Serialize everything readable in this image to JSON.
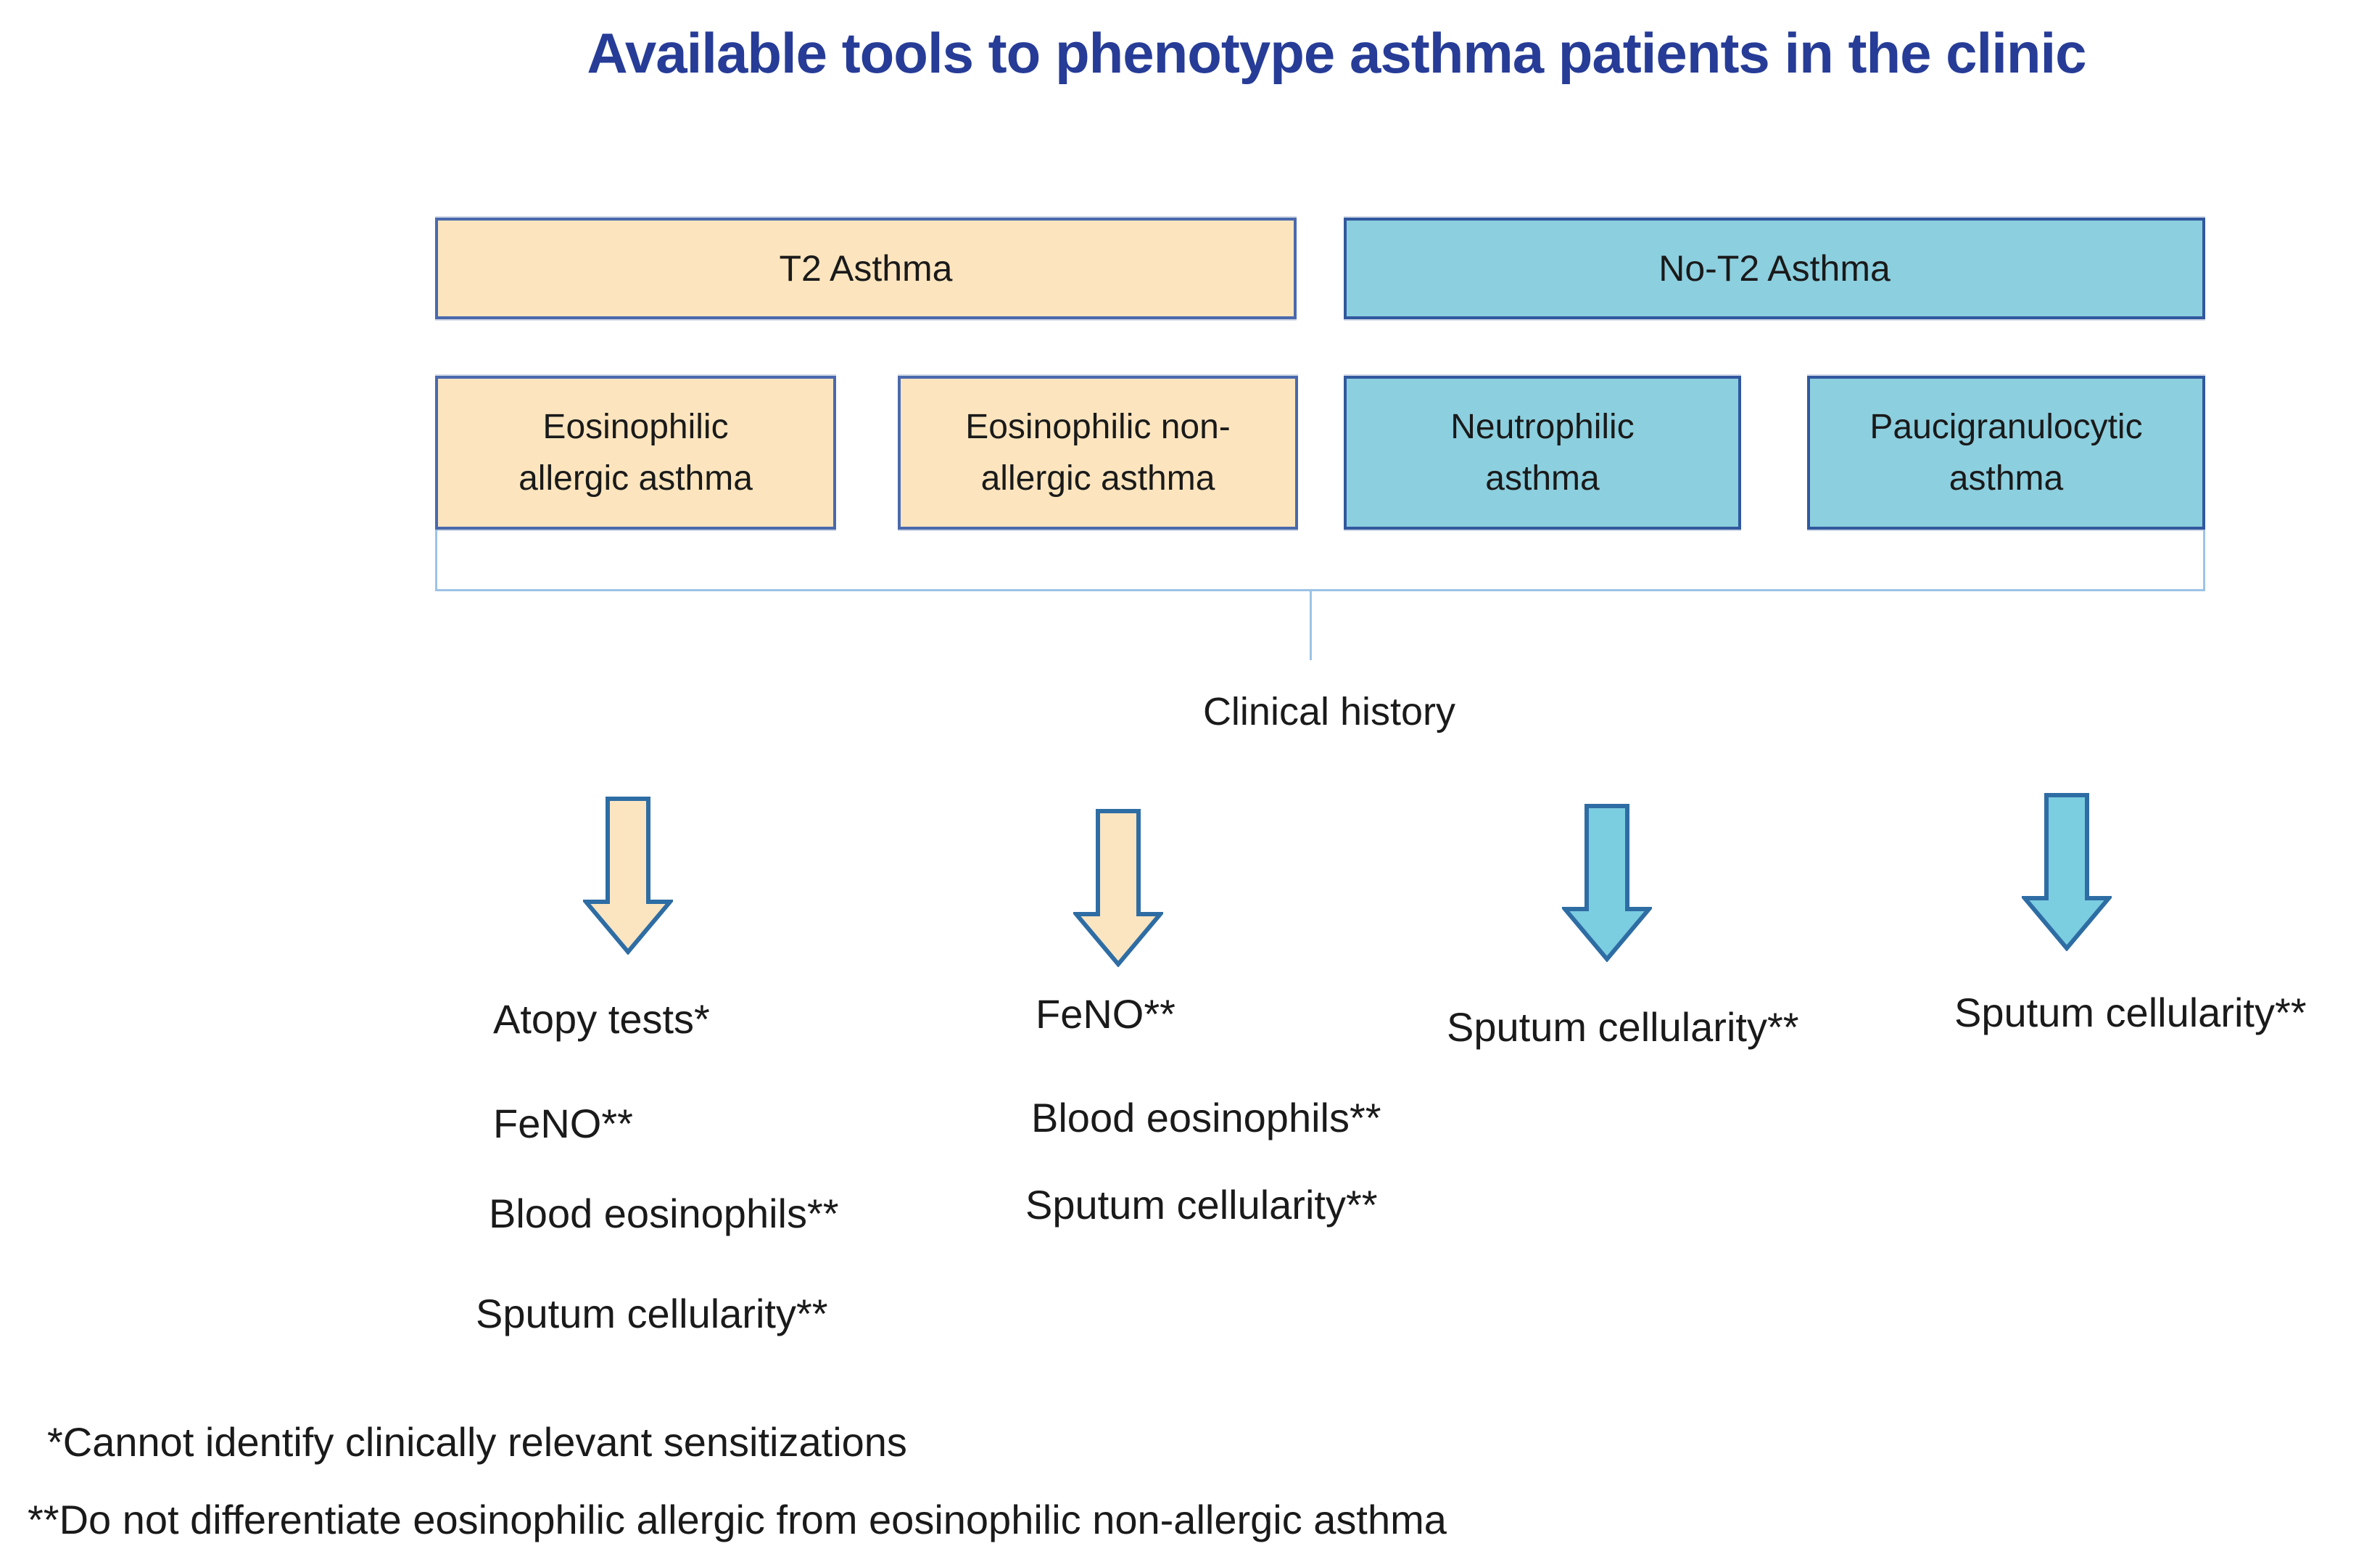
{
  "title": "Available tools to phenotype asthma patients in the clinic",
  "colors": {
    "title_text": "#263C97",
    "t2_fill": "#FCE5BE",
    "t2_border": "#4A69AD",
    "not2_fill": "#8CCFDF",
    "not2_border": "#31589E",
    "arrow_t2_fill": "#FAE5C0",
    "arrow_not2_fill": "#7BCDE0",
    "arrow_border": "#2E6DA4",
    "bracket_line": "#9DC3E6",
    "body_text": "#1A1A1A"
  },
  "groups": {
    "t2": {
      "label": "T2 Asthma"
    },
    "not2": {
      "label": "No-T2 Asthma"
    }
  },
  "phenotypes": [
    {
      "type": "t2",
      "lines": [
        "Eosinophilic",
        "allergic asthma"
      ]
    },
    {
      "type": "t2",
      "lines": [
        "Eosinophilic non-",
        "allergic asthma"
      ]
    },
    {
      "type": "not2",
      "lines": [
        "Neutrophilic",
        "asthma"
      ]
    },
    {
      "type": "not2",
      "lines": [
        "Paucigranulocytic",
        "asthma"
      ]
    }
  ],
  "connector": {
    "label": "Clinical history"
  },
  "columns": [
    {
      "tools": [
        "Atopy tests*",
        "FeNO**",
        "Blood eosinophils**",
        "Sputum cellularity**"
      ]
    },
    {
      "tools": [
        "FeNO**",
        "Blood eosinophils**",
        "Sputum cellularity**"
      ]
    },
    {
      "tools": [
        "Sputum cellularity**"
      ]
    },
    {
      "tools": [
        "Sputum cellularity**"
      ]
    }
  ],
  "footnotes": [
    "*Cannot identify clinically relevant sensitizations",
    "**Do not differentiate eosinophilic allergic from eosinophilic non-allergic asthma"
  ]
}
